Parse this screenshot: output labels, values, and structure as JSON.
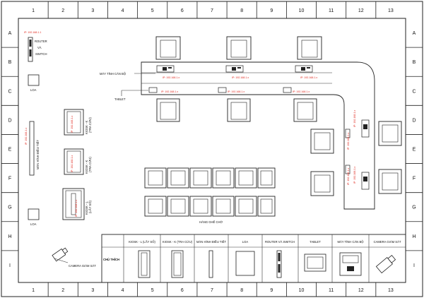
{
  "grid": {
    "columns": [
      "1",
      "2",
      "3",
      "4",
      "5",
      "6",
      "7",
      "8",
      "9",
      "10",
      "11",
      "12",
      "13"
    ],
    "rows": [
      "A",
      "B",
      "C",
      "D",
      "E",
      "F",
      "G",
      "H",
      "I"
    ]
  },
  "labels": {
    "router": [
      "ROUTER",
      "VÀ",
      "SWITCH"
    ],
    "loa": "LOA",
    "man_hinh": "MÀN HÌNH ĐIỀU TIẾT",
    "kiosk_k": [
      "KIOSK - K",
      "(TRA CỨU)"
    ],
    "kiosk_l": [
      "KIOSK - L",
      "(LẤY SỐ)"
    ],
    "may_tinh": "MÁY TÍNH CÁN BỘ",
    "tablet": "TABLET",
    "camera": "CAMERA GIÁM SÁT",
    "hang_ghe": "HÀNG GHẾ CHỜ"
  },
  "ips": {
    "router": "IP: 192.168.1.1",
    "screen": "IP: 192.168.1.x",
    "kiosk": "IP: 192.168.1.x",
    "desk": "IP: 192.168.1.x",
    "tablet": "IP: 192.168.1.x"
  },
  "legend": {
    "title": "CHÚ THÍCH",
    "columns": [
      "KIOSK - L (LẤY SỐ)",
      "KIOSK - K (TRA CỨU)",
      "MÀN HÌNH ĐIỀU TIẾT",
      "LOA",
      "ROUTER VÀ SWITCH",
      "TABLET",
      "MÁY TÍNH CÁN BỘ",
      "CAMERA GIÁM SÁT"
    ]
  }
}
